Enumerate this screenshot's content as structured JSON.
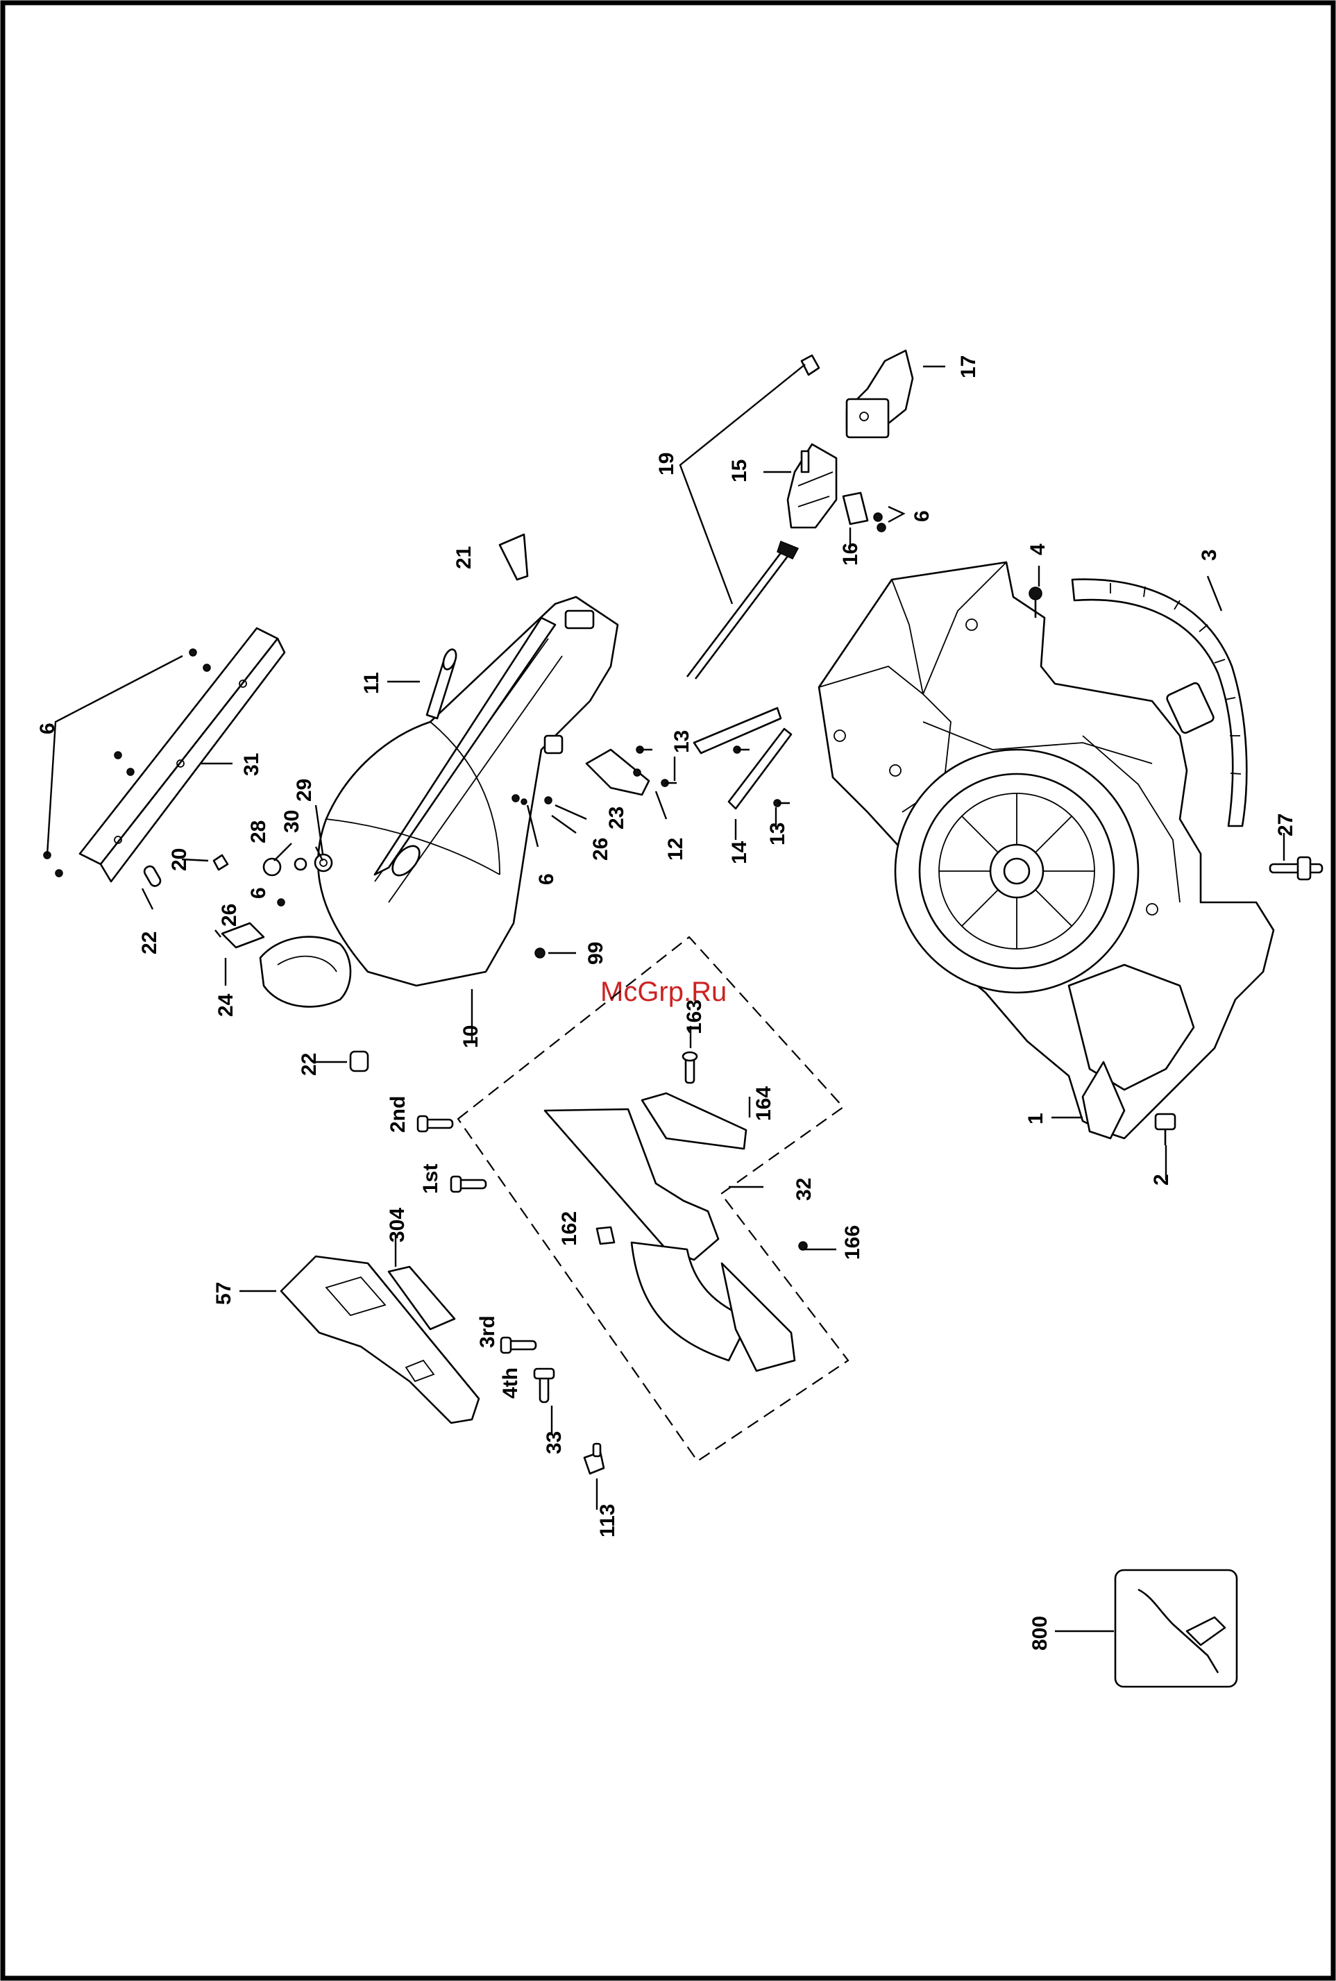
{
  "watermark": "McGrp.Ru",
  "labels": {
    "p1": "1",
    "p2": "2",
    "p3": "3",
    "p4": "4",
    "p6a": "6",
    "p6b": "6",
    "p6c": "6",
    "p6d": "6",
    "p10": "10",
    "p11": "11",
    "p12": "12",
    "p13a": "13",
    "p13b": "13",
    "p14": "14",
    "p15": "15",
    "p16": "16",
    "p17": "17",
    "p19": "19",
    "p20": "20",
    "p21": "21",
    "p22a": "22",
    "p22b": "22",
    "p23": "23",
    "p24": "24",
    "p26a": "26",
    "p26b": "26",
    "p27": "27",
    "p28": "28",
    "p29": "29",
    "p30": "30",
    "p31": "31",
    "p32": "32",
    "p33": "33",
    "p57": "57",
    "p99": "99",
    "p113": "113",
    "p162": "162",
    "p163": "163",
    "p164": "164",
    "p166": "166",
    "p304": "304",
    "p800": "800",
    "s1st": "1st",
    "s2nd": "2nd",
    "s3rd": "3rd",
    "s4th": "4th"
  }
}
